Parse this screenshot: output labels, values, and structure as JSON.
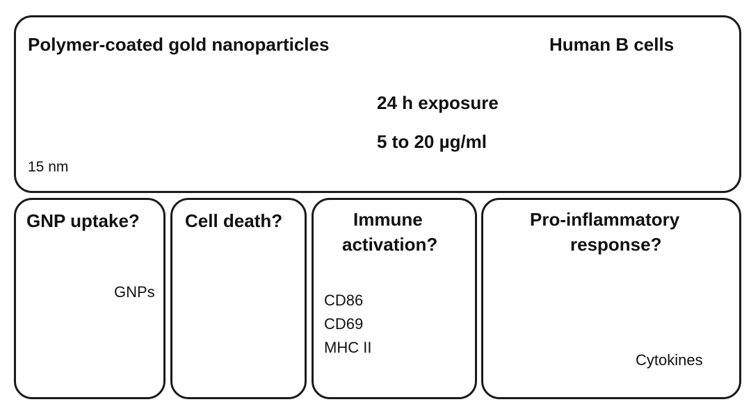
{
  "top": {
    "title": "Polymer-coated gold nanoparticles",
    "scale_bar": "15 nm",
    "arrow_line1": "24 h exposure",
    "arrow_line2": "5 to 20 µg/ml",
    "cells_title": "Human B cells"
  },
  "panels": {
    "uptake": {
      "title": "GNP uptake?",
      "label": "GNPs"
    },
    "death": {
      "title": "Cell death?"
    },
    "activation": {
      "title_line1": "Immune",
      "title_line2": "activation?",
      "markers": [
        "CD86",
        "CD69",
        "MHC II"
      ]
    },
    "inflammation": {
      "title_line1": "Pro-inflammatory",
      "title_line2": "response?",
      "label": "Cytokines"
    }
  },
  "colors": {
    "gold": "#c8b81c",
    "blue_halo": "#9ab4e8",
    "red_halo": "#e07a8c",
    "cell_membrane": "#a9cfe8",
    "nucleus": "#1f5f8f",
    "receptor": "#6e8fb8",
    "cytokine": "#b01c2c",
    "marker": "#3f7a20"
  }
}
